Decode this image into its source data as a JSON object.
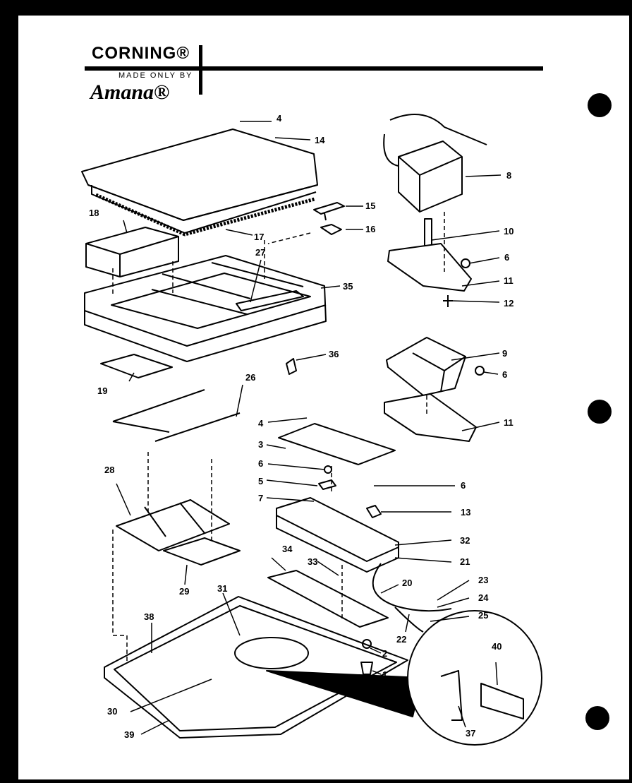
{
  "header": {
    "brand_top": "CORNING®",
    "made_by": "MADE ONLY BY",
    "brand_bottom": "Amana®"
  },
  "callouts": [
    {
      "id": "c4a",
      "text": "4"
    },
    {
      "id": "c14",
      "text": "14"
    },
    {
      "id": "c18",
      "text": "18"
    },
    {
      "id": "c15",
      "text": "15"
    },
    {
      "id": "c16",
      "text": "16"
    },
    {
      "id": "c17",
      "text": "17"
    },
    {
      "id": "c27",
      "text": "27"
    },
    {
      "id": "c35",
      "text": "35"
    },
    {
      "id": "c36",
      "text": "36"
    },
    {
      "id": "c19",
      "text": "19"
    },
    {
      "id": "c26",
      "text": "26"
    },
    {
      "id": "c8",
      "text": "8"
    },
    {
      "id": "c10",
      "text": "10"
    },
    {
      "id": "c6a",
      "text": "6"
    },
    {
      "id": "c11a",
      "text": "11"
    },
    {
      "id": "c12",
      "text": "12"
    },
    {
      "id": "c9",
      "text": "9"
    },
    {
      "id": "c6b",
      "text": "6"
    },
    {
      "id": "c11b",
      "text": "11"
    },
    {
      "id": "c4b",
      "text": "4"
    },
    {
      "id": "c3",
      "text": "3"
    },
    {
      "id": "c6c",
      "text": "6"
    },
    {
      "id": "c5",
      "text": "5"
    },
    {
      "id": "c7",
      "text": "7"
    },
    {
      "id": "c6d",
      "text": "6"
    },
    {
      "id": "c13",
      "text": "13"
    },
    {
      "id": "c28",
      "text": "28"
    },
    {
      "id": "c32",
      "text": "32"
    },
    {
      "id": "c21",
      "text": "21"
    },
    {
      "id": "c34",
      "text": "34"
    },
    {
      "id": "c33",
      "text": "33"
    },
    {
      "id": "c20",
      "text": "20"
    },
    {
      "id": "c23",
      "text": "23"
    },
    {
      "id": "c24",
      "text": "24"
    },
    {
      "id": "c25",
      "text": "25"
    },
    {
      "id": "c22",
      "text": "22"
    },
    {
      "id": "c29",
      "text": "29"
    },
    {
      "id": "c31",
      "text": "31"
    },
    {
      "id": "c38",
      "text": "38"
    },
    {
      "id": "c2",
      "text": "2"
    },
    {
      "id": "c1",
      "text": "1"
    },
    {
      "id": "c40",
      "text": "40"
    },
    {
      "id": "c30",
      "text": "30"
    },
    {
      "id": "c39",
      "text": "39"
    },
    {
      "id": "c37",
      "text": "37"
    }
  ]
}
